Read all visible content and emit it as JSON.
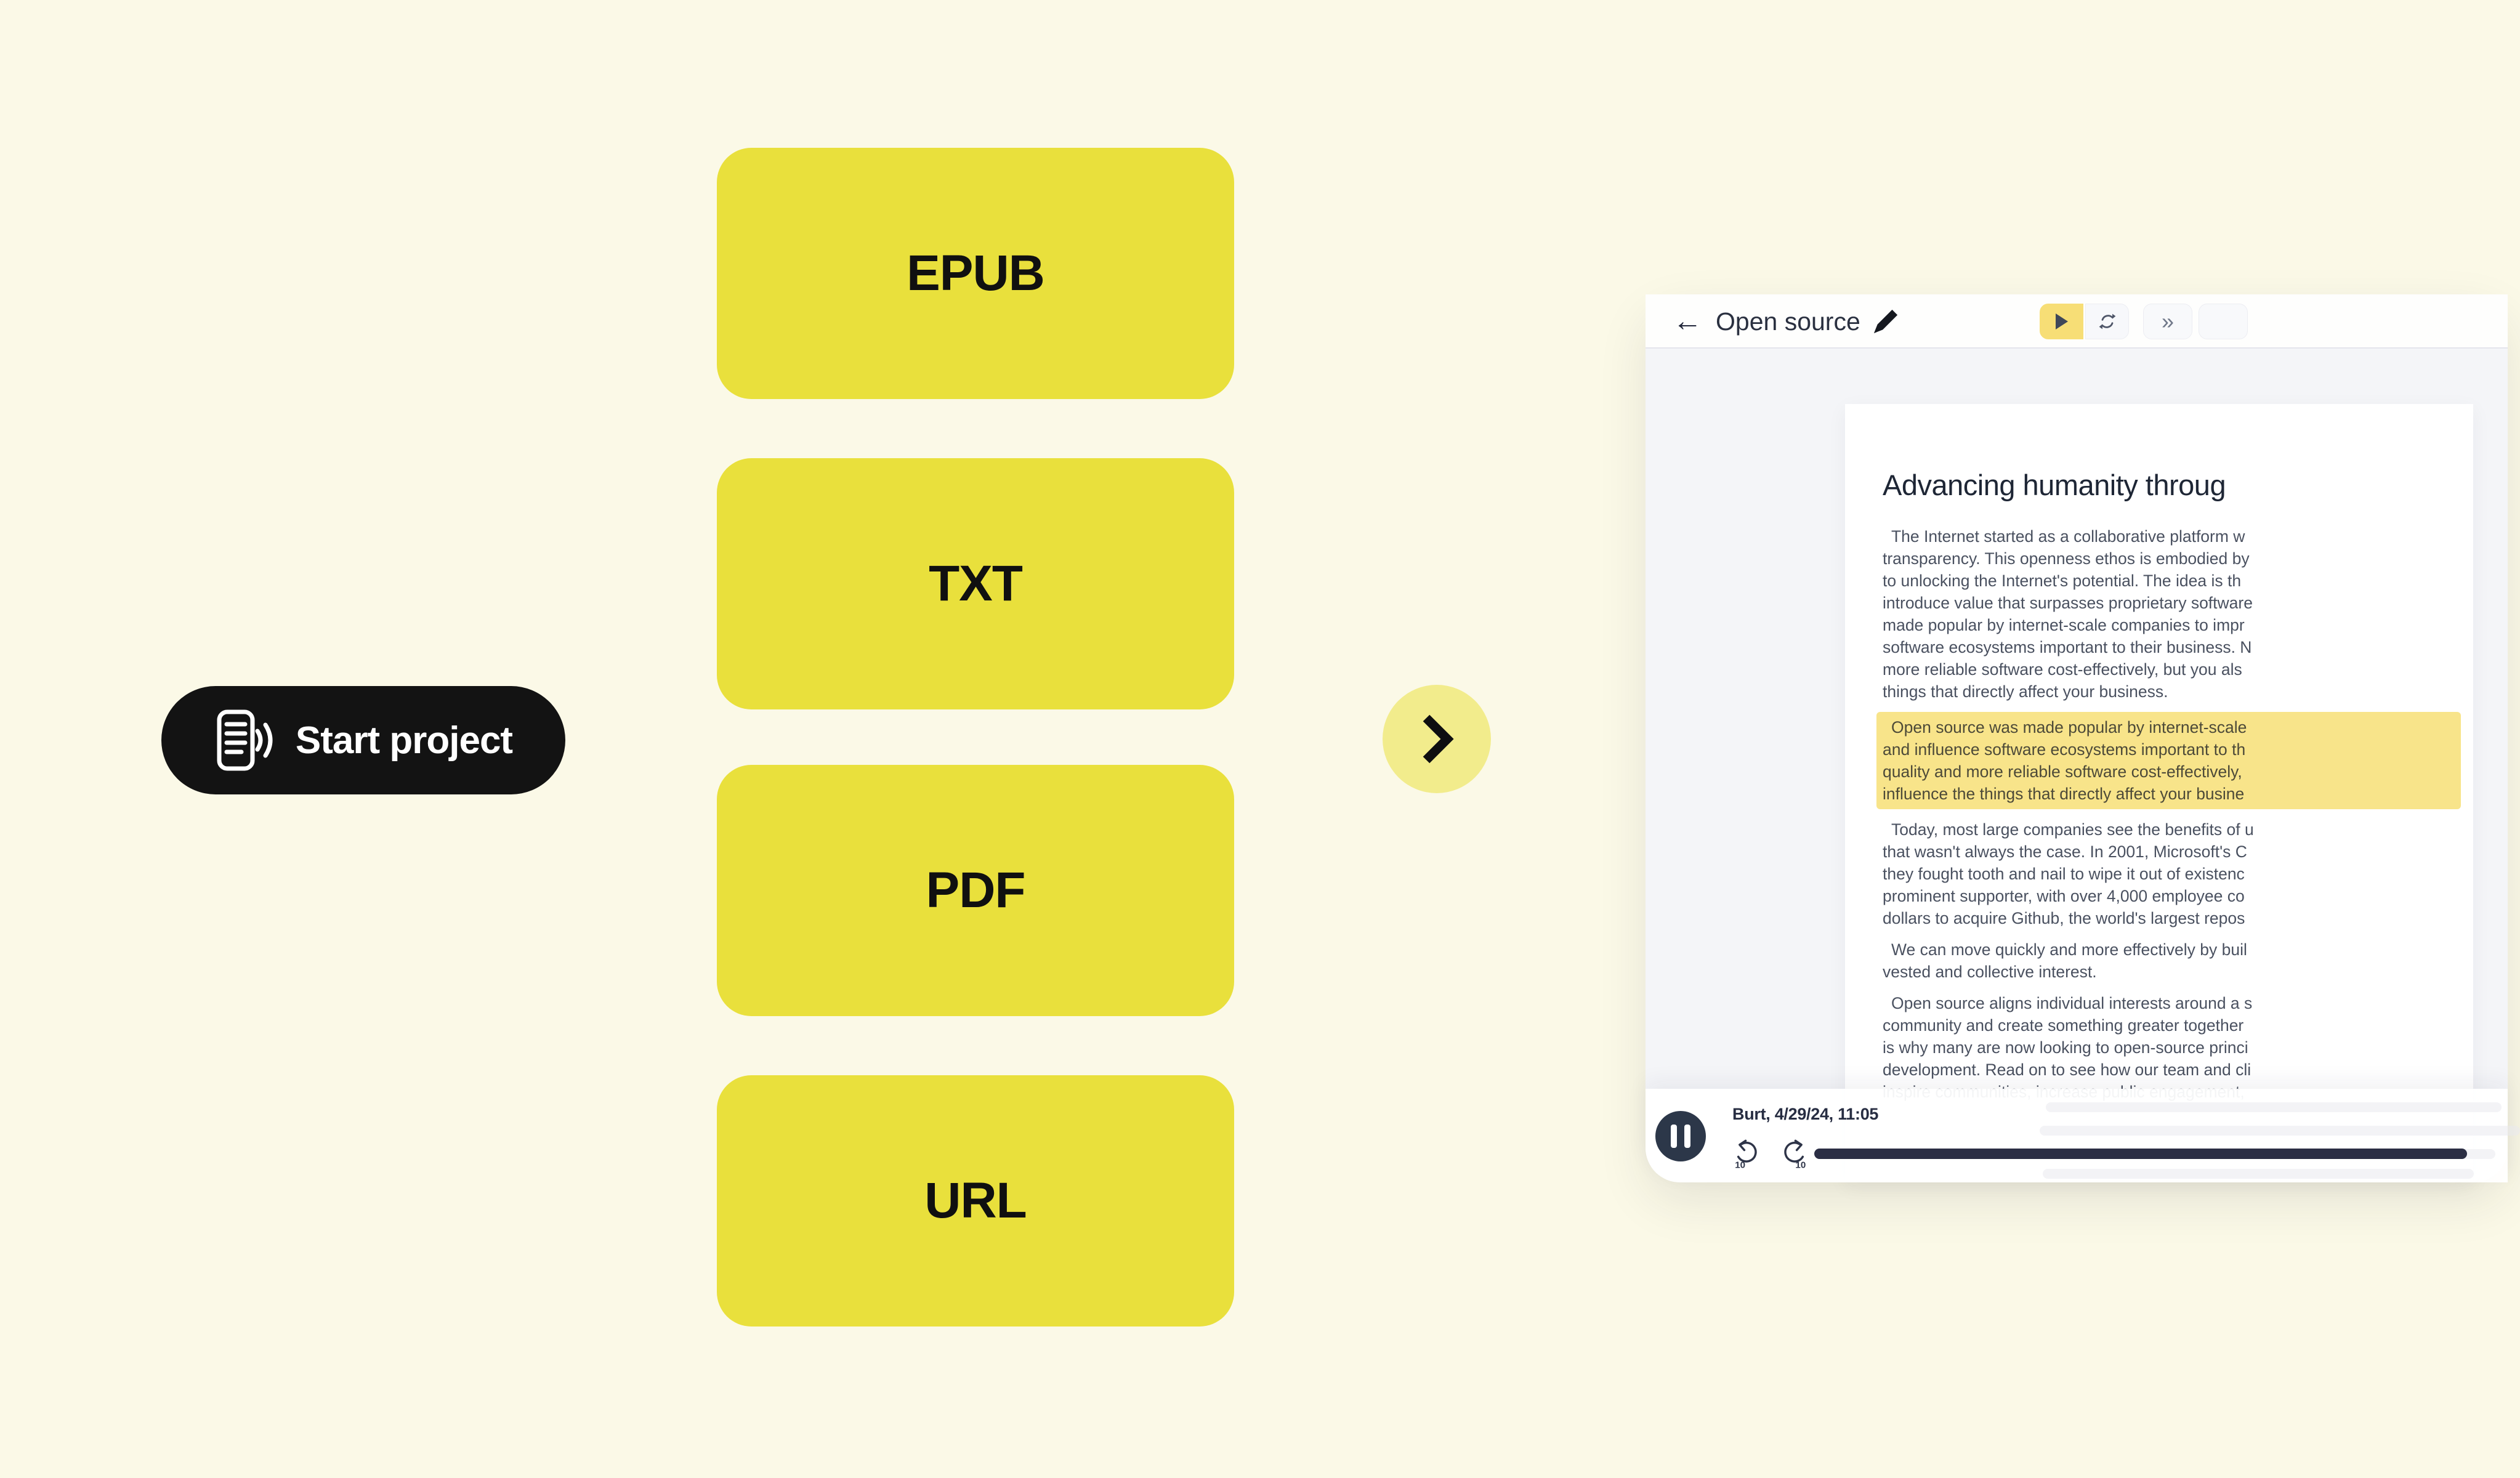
{
  "start_button": {
    "label": "Start project",
    "icon": "document-audio-icon"
  },
  "format_cards": [
    {
      "label": "EPUB"
    },
    {
      "label": "TXT"
    },
    {
      "label": "PDF"
    },
    {
      "label": "URL"
    }
  ],
  "next_button": {
    "icon": "chevron-right-icon"
  },
  "reader": {
    "header": {
      "back_icon": "arrow-left-icon",
      "back_glyph": "←",
      "title": "Open source",
      "edit_icon": "pencil-icon",
      "play_icon": "play-icon",
      "regenerate_icon": "refresh-icon",
      "skip_label": "»"
    },
    "document": {
      "heading": "Advancing humanity throug",
      "paragraphs": [
        {
          "highlighted": false,
          "lines": [
            "The Internet started as a collaborative platform w",
            "transparency. This openness ethos is embodied by",
            "to unlocking the Internet's potential. The idea is th",
            "introduce value that surpasses proprietary software",
            "made popular by internet-scale companies to impr",
            "software ecosystems important to their business. N",
            "more reliable software cost-effectively, but you als",
            "things that directly affect your business."
          ]
        },
        {
          "highlighted": true,
          "lines": [
            "Open source was made popular by internet-scale",
            "and influence software ecosystems important to th",
            "quality and more reliable software cost-effectively,",
            "influence the things that directly affect your busine"
          ]
        },
        {
          "highlighted": false,
          "lines": [
            "Today, most large companies see the benefits of u",
            "that wasn't always the case. In 2001, Microsoft's C",
            "they fought tooth and nail to wipe it out of existenc",
            "prominent supporter, with over 4,000 employee co",
            "dollars to acquire Github, the world's largest repos"
          ]
        },
        {
          "highlighted": false,
          "lines": [
            "We can move quickly and more effectively by buil",
            "vested and collective interest."
          ]
        },
        {
          "highlighted": false,
          "lines": [
            "Open source aligns individual interests around a s",
            "community and create something greater together",
            "is why many are now looking to open-source princi",
            "development. Read on to see how our team and cli",
            "inspire communities, increase public engagement,"
          ]
        }
      ]
    },
    "player": {
      "voice_label": "Burt, 4/29/24, 11:05",
      "pause_icon": "pause-icon",
      "skip_back_icon": "skip-back-10-icon",
      "skip_back_value": "10",
      "skip_forward_icon": "skip-forward-10-icon",
      "skip_forward_value": "10",
      "progress_percent": 100
    }
  },
  "colors": {
    "background": "#FBF9E7",
    "card_yellow": "#E9E03C",
    "circle_yellow": "#F2EC8C",
    "button_black": "#131313",
    "highlight_yellow": "#F8E48A",
    "toolbar_play_yellow": "#F7DE76",
    "player_navy": "#2C3749",
    "progress_navy": "#2B2E44"
  }
}
